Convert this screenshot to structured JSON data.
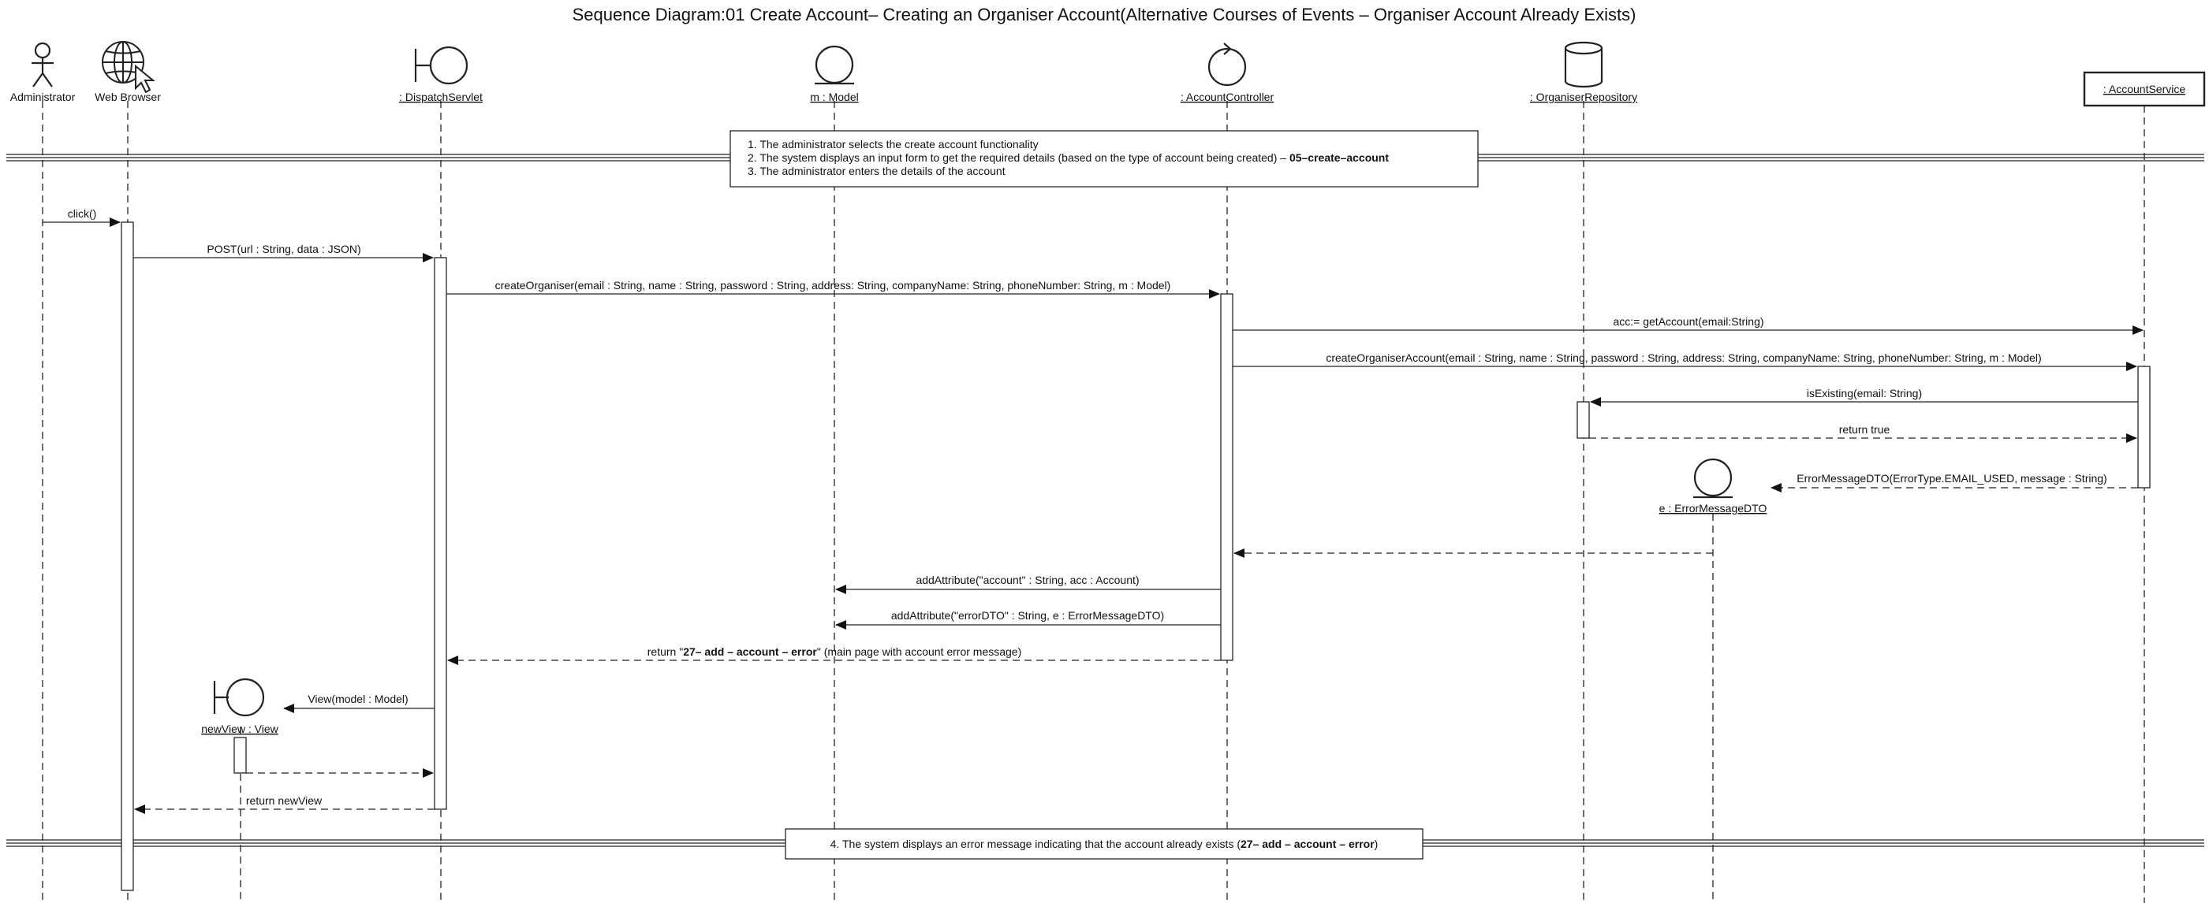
{
  "title": "Sequence Diagram:01 Create Account– Creating an Organiser Account(Alternative Courses of Events – Organiser Account Already Exists)",
  "participants": [
    {
      "id": "administrator",
      "label": "Administrator",
      "kind": "actor-icon"
    },
    {
      "id": "browser",
      "label": "Web Browser",
      "kind": "globe-cursor-icon"
    },
    {
      "id": "dispatch",
      "label": ": DispatchServlet",
      "kind": "boundary-icon"
    },
    {
      "id": "model",
      "label": "m : Model",
      "kind": "entity-icon"
    },
    {
      "id": "controller",
      "label": ": AccountController",
      "kind": "control-icon"
    },
    {
      "id": "repo",
      "label": ": OrganiserRepository",
      "kind": "database-icon"
    },
    {
      "id": "service",
      "label": ": AccountService",
      "kind": "box"
    }
  ],
  "created_participants": [
    {
      "id": "errordto",
      "label": "e : ErrorMessageDTO",
      "kind": "entity-icon"
    },
    {
      "id": "newview",
      "label": "newView : View",
      "kind": "boundary-icon"
    }
  ],
  "notes": {
    "top": {
      "lines": [
        "1. The administrator selects the create account functionality",
        "2. The system displays an input form to get the required details (based on the type of account being created) – ",
        "3. The administrator enters the details of the account"
      ],
      "bold_suffix": "05–create–account"
    },
    "bottom": {
      "prefix": "4. The system displays an error message indicating that the account already exists (",
      "bold": "27– add – account – error",
      "suffix": ")"
    }
  },
  "messages": [
    {
      "label": "click()",
      "from": "administrator",
      "to": "browser",
      "kind": "sync"
    },
    {
      "label": "POST(url : String, data : JSON)",
      "from": "browser",
      "to": "dispatch",
      "kind": "sync"
    },
    {
      "label": "createOrganiser(email : String, name : String, password : String, address: String, companyName: String, phoneNumber: String, m : Model)",
      "from": "dispatch",
      "to": "controller",
      "kind": "sync"
    },
    {
      "label": "acc:= getAccount(email:String)",
      "from": "controller",
      "to": "service",
      "kind": "sync"
    },
    {
      "label": "createOrganiserAccount(email : String, name : String, password : String, address: String, companyName: String, phoneNumber: String, m : Model)",
      "from": "controller",
      "to": "service",
      "kind": "sync"
    },
    {
      "label": "isExisting(email: String)",
      "from": "service",
      "to": "repo",
      "kind": "sync"
    },
    {
      "label": "return true",
      "from": "repo",
      "to": "service",
      "kind": "return"
    },
    {
      "label": "ErrorMessageDTO(ErrorType.EMAIL_USED, message : String)",
      "from": "service",
      "to": "errordto",
      "kind": "create"
    },
    {
      "label": "",
      "from": "errordto",
      "to": "controller",
      "kind": "return"
    },
    {
      "label": "addAttribute(\"account\" : String, acc : Account)",
      "from": "controller",
      "to": "model",
      "kind": "sync"
    },
    {
      "label": "addAttribute(\"errorDTO\" : String, e : ErrorMessageDTO)",
      "from": "controller",
      "to": "model",
      "kind": "sync"
    },
    {
      "label_prefix": "return \"",
      "label_bold": "27– add – account – error",
      "label_suffix": "\" (main page with account error message)",
      "from": "controller",
      "to": "dispatch",
      "kind": "return"
    },
    {
      "label": "View(model : Model)",
      "from": "dispatch",
      "to": "newview",
      "kind": "create"
    },
    {
      "label": "",
      "from": "newview",
      "to": "dispatch",
      "kind": "return"
    },
    {
      "label": "return newView",
      "from": "dispatch",
      "to": "browser",
      "kind": "return"
    }
  ]
}
